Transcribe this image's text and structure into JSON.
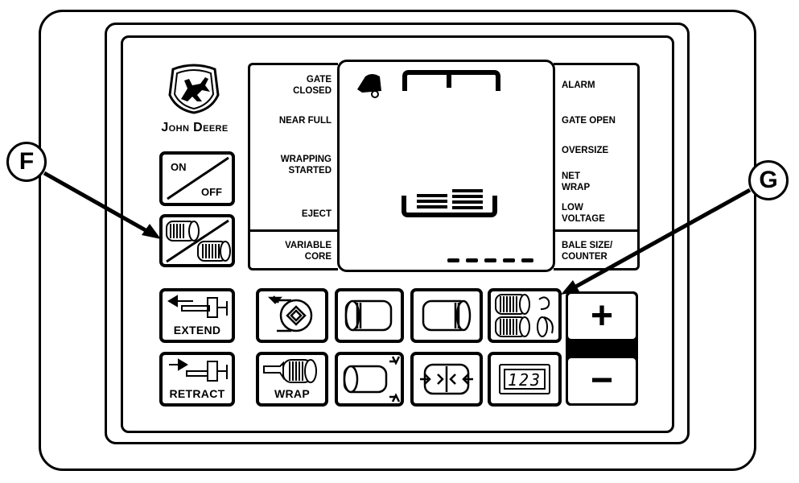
{
  "brand": {
    "logo_icon": "deer-logo-icon",
    "name": "John Deere"
  },
  "callouts": {
    "left": "F",
    "right": "G"
  },
  "indicators_left": {
    "gate_closed": [
      "GATE",
      "CLOSED"
    ],
    "near_full": "NEAR FULL",
    "wrapping_started": [
      "WRAPPING",
      "STARTED"
    ],
    "eject": "EJECT",
    "variable_core": [
      "VARIABLE",
      "CORE"
    ]
  },
  "indicators_right": {
    "alarm": "ALARM",
    "gate_open": "GATE OPEN",
    "oversize": "OVERSIZE",
    "net_wrap": [
      "NET",
      "WRAP"
    ],
    "low_voltage": [
      "LOW",
      "VOLTAGE"
    ],
    "bale_size_counter": [
      "BALE SIZE/",
      "COUNTER"
    ]
  },
  "buttons": {
    "on": "ON",
    "off": "OFF",
    "extend": "EXTEND",
    "retract": "RETRACT",
    "wrap": "WRAP",
    "plus": "+",
    "minus": "−",
    "counter_digits": "123"
  }
}
